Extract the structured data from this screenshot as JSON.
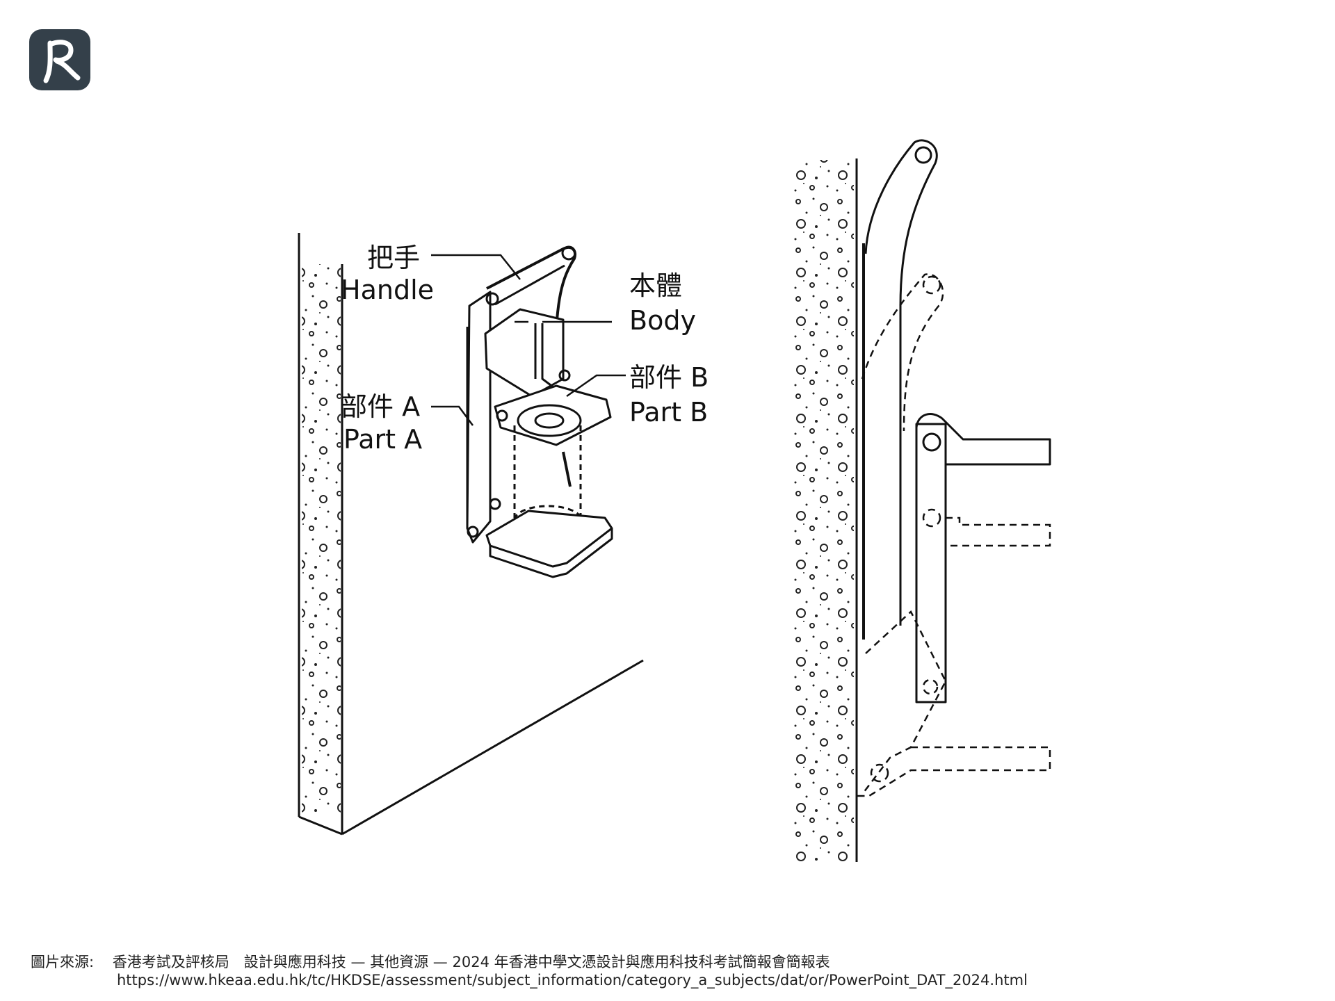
{
  "logo": {
    "name": "HKEAA logo",
    "color": "#34404a"
  },
  "diagram": {
    "labels": {
      "handle_zh": "把手",
      "handle_en": "Handle",
      "body_zh": "本體",
      "body_en": "Body",
      "partA_zh": "部件 A",
      "partA_en": "Part A",
      "partB_zh": "部件 B",
      "partB_en": "Part B"
    }
  },
  "source": {
    "prefix": "圖片來源:",
    "text": "香港考試及評核局　設計與應用科技 — 其他資源 — 2024 年香港中學文憑設計與應用科技科考試簡報會簡報表",
    "url": "https://www.hkeaa.edu.hk/tc/HKDSE/assessment/subject_information/category_a_subjects/dat/or/PowerPoint_DAT_2024.html"
  },
  "colors": {
    "line": "#111111",
    "stipple": "#222222",
    "background": "#ffffff"
  }
}
